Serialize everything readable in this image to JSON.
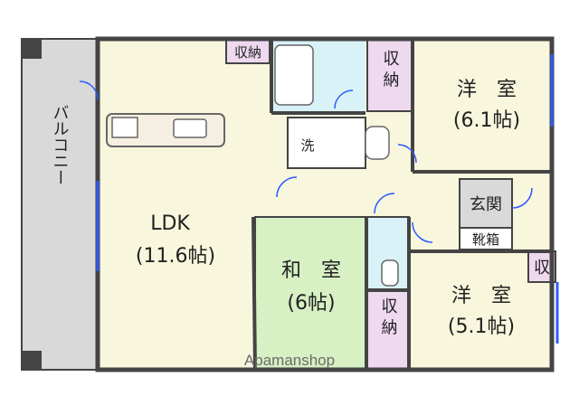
{
  "rooms": {
    "balcony": "バルコニー",
    "ldk_name": "LDK",
    "ldk_size": "(11.6帖)",
    "washitsu_name": "和　室",
    "washitsu_size": "(6帖)",
    "youshitsu1_name": "洋　室",
    "youshitsu1_size": "(6.1帖)",
    "youshitsu2_name": "洋　室",
    "youshitsu2_size": "(5.1帖)",
    "genkan": "玄関",
    "kutsubako": "靴箱",
    "shuno_top": "収納",
    "shuno_mid": "収\n納",
    "shuno_bottom": "収\n納",
    "shu_small": "収",
    "sen": "洗"
  },
  "watermark": "Apamanshop",
  "colors": {
    "wall": "#444444",
    "floor": "#f8f6dc",
    "washitsu": "#d7f0c4",
    "shuno": "#efd9ef",
    "bath": "#d9f2f7",
    "balcony": "#d9d9d9",
    "window": "#2e5cff",
    "genkan": "#d9d9d9"
  }
}
